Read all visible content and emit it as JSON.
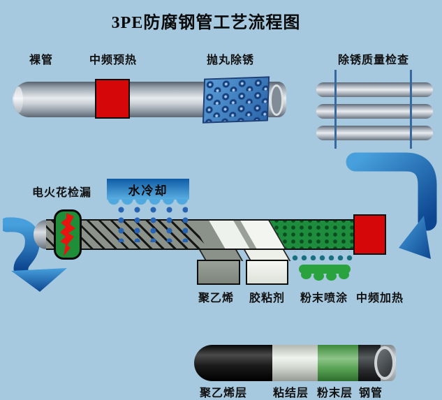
{
  "title": "3PE防腐钢管工艺流程图",
  "stages": {
    "top": [
      {
        "id": "bare-pipe",
        "label": "裸管"
      },
      {
        "id": "mf-preheat",
        "label": "中频预热"
      },
      {
        "id": "shot-blast",
        "label": "抛丸除锈"
      },
      {
        "id": "rust-quality-check",
        "label": "除锈质量检查"
      }
    ],
    "mid": [
      {
        "id": "spark-leak-test",
        "label": "电火花检漏"
      },
      {
        "id": "water-cooling",
        "label": "水冷却"
      },
      {
        "id": "polyethylene",
        "label": "聚乙烯"
      },
      {
        "id": "adhesive",
        "label": "胶粘剂"
      },
      {
        "id": "powder-spray",
        "label": "粉末喷涂"
      },
      {
        "id": "mf-heating",
        "label": "中频加热"
      }
    ],
    "bottom_layers": [
      {
        "id": "pe-layer",
        "label": "聚乙烯层"
      },
      {
        "id": "bond-layer",
        "label": "粘结层"
      },
      {
        "id": "powder-layer",
        "label": "粉末层"
      },
      {
        "id": "steel-pipe",
        "label": "钢管"
      }
    ]
  },
  "colors": {
    "background": "#a6c9df",
    "heater_red": "#d60708",
    "arrow_blue": "#1d6fba",
    "coating_green": "#1d8c3c",
    "banner_blue": "#2a7fc0",
    "steel_gray": "#ccd1d7"
  }
}
